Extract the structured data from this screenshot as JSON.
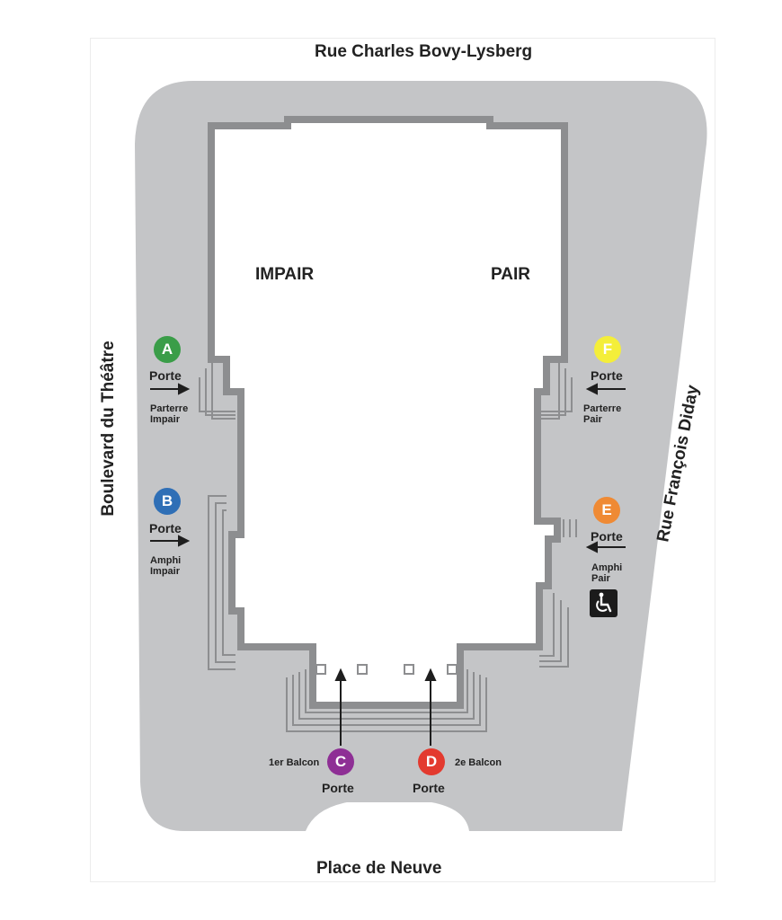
{
  "streets": {
    "north": "Rue Charles Bovy-Lysberg",
    "south": "Place de Neuve",
    "west": "Boulevard du Théâtre",
    "east": "Rue François Diday"
  },
  "zones": {
    "left": "IMPAIR",
    "right": "PAIR"
  },
  "doors": [
    {
      "id": "A",
      "label": "Porte",
      "detail_line1": "Parterre",
      "detail_line2": "Impair",
      "color": "#3a9d48"
    },
    {
      "id": "B",
      "label": "Porte",
      "detail_line1": "Amphi",
      "detail_line2": "Impair",
      "color": "#2f6fb6"
    },
    {
      "id": "C",
      "label": "Porte",
      "detail_line1": "1er Balcon",
      "color": "#8e2f95"
    },
    {
      "id": "D",
      "label": "Porte",
      "detail_line1": "2e Balcon",
      "color": "#e33a2f"
    },
    {
      "id": "E",
      "label": "Porte",
      "detail_line1": "Amphi",
      "detail_line2": "Pair",
      "color": "#ef8a34"
    },
    {
      "id": "F",
      "label": "Porte",
      "detail_line1": "Parterre",
      "detail_line2": "Pair",
      "color": "#f4ee3a"
    }
  ],
  "colors": {
    "ground": "#c4c5c7",
    "wall": "#8d8e90",
    "building": "#ffffff"
  },
  "accessibility_icon": "wheelchair-icon"
}
